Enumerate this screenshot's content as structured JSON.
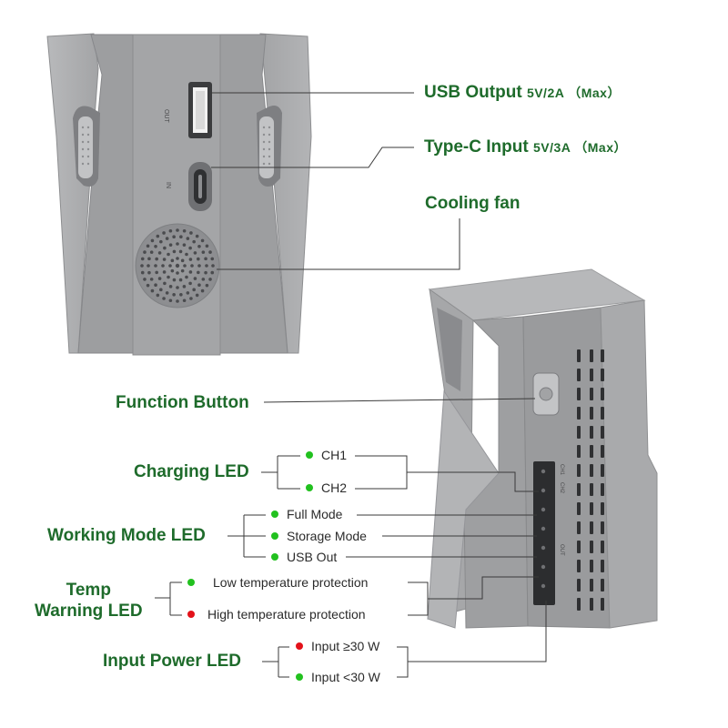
{
  "labels": {
    "usb_output": "USB Output",
    "usb_output_spec": "5V/2A （Max）",
    "typec_input": "Type-C Input",
    "typec_input_spec": "5V/3A （Max）",
    "cooling_fan": "Cooling fan",
    "function_button": "Function Button",
    "charging_led": "Charging LED",
    "working_mode_led": "Working Mode LED",
    "temp_warning_led_1": "Temp",
    "temp_warning_led_2": "Warning LED",
    "input_power_led": "Input Power LED"
  },
  "charging_led": [
    {
      "label": "CH1",
      "color": "green"
    },
    {
      "label": "CH2",
      "color": "green"
    }
  ],
  "working_mode_led": [
    {
      "label": "Full Mode",
      "color": "green"
    },
    {
      "label": "Storage Mode",
      "color": "green"
    },
    {
      "label": "USB Out",
      "color": "green"
    }
  ],
  "temp_warning_led": [
    {
      "label": "Low temperature protection",
      "color": "green"
    },
    {
      "label": "High temperature protection",
      "color": "red"
    }
  ],
  "input_power_led": [
    {
      "label": "Input ≥30 W",
      "color": "red"
    },
    {
      "label": "Input <30 W",
      "color": "green"
    }
  ],
  "device_markings": {
    "out": "OUT",
    "in": "IN",
    "ch1": "CH1",
    "ch2": "CH2",
    "led_out": "OUT"
  },
  "colors": {
    "accent_text": "#1e6b2b",
    "led_green": "#22c11f",
    "led_red": "#e3121a",
    "device_gray": "#9a9b9d",
    "leader_line": "#3a3a3a"
  }
}
